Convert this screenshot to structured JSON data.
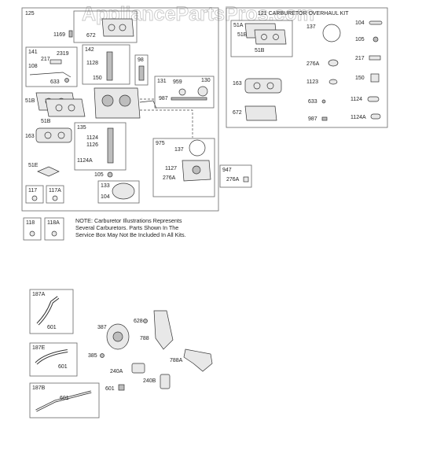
{
  "watermark": "AppliancePartsPros.com",
  "kit_title": "121 CARBURETOR OVERHAUL KIT",
  "note": {
    "line1": "NOTE:  Carburetor  Illustrations  Represents",
    "line2": "Several  Carburetors.  Parts  Shown  In  The",
    "line3": "Service Box May Not Be Included In All Kits."
  },
  "labels": {
    "b125": "125",
    "b141": "141",
    "b142": "142",
    "b98": "98",
    "b131": "131",
    "b135": "135",
    "b975": "975",
    "b947": "947",
    "b133": "133",
    "b117": "117",
    "b117a": "117A",
    "b118": "118",
    "b118a": "118A",
    "p1169": "1169",
    "p672": "672",
    "p217": "217",
    "p2319": "2319",
    "p108": "108",
    "p633": "633",
    "p1128": "1128",
    "p150": "150",
    "p959": "959",
    "p130": "130",
    "p987": "987",
    "p51b_1": "51B",
    "p51b_2": "51B",
    "p163": "163",
    "p51e": "51E",
    "p1124": "1124",
    "p1126": "1126",
    "p1124a": "1124A",
    "p105": "105",
    "p104": "104",
    "p137": "137",
    "p1127": "1127",
    "p276a": "276A",
    "p276a_947": "276A",
    "k51a": "51A",
    "k51b_1": "51B",
    "k51b_2": "51B",
    "k137": "137",
    "k104": "104",
    "k105": "105",
    "k217": "217",
    "k276a": "276A",
    "k150": "150",
    "k1123": "1123",
    "k163": "163",
    "k633": "633",
    "k1124": "1124",
    "k672": "672",
    "k987": "987",
    "k1124a": "1124A",
    "b187a": "187A",
    "b187e": "187E",
    "b187b": "187B",
    "f601_a": "601",
    "f601_e": "601",
    "f601_b": "601",
    "f387": "387",
    "f628": "628",
    "f788": "788",
    "f385": "385",
    "f240a": "240A",
    "f788a": "788A",
    "f240b": "240B",
    "f601_c": "601"
  }
}
